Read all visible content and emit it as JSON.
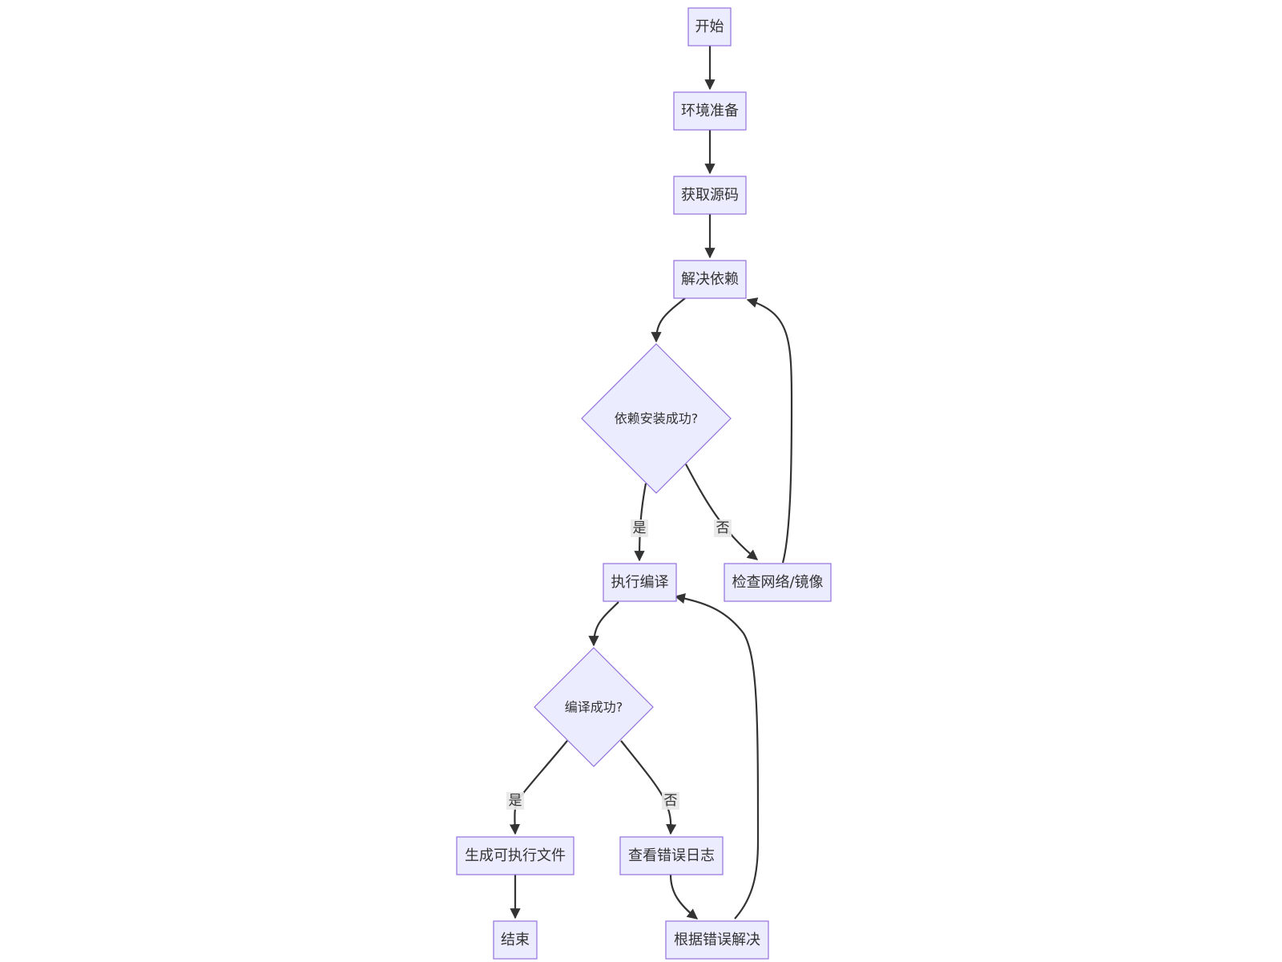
{
  "nodes": {
    "start": "开始",
    "env_prep": "环境准备",
    "get_source": "获取源码",
    "resolve_deps": "解决依赖",
    "deps_ok": "依赖安装成功?",
    "check_network": "检查网络/镜像",
    "compile": "执行编译",
    "compile_ok": "编译成功?",
    "build_exe": "生成可执行文件",
    "view_log": "查看错误日志",
    "end": "结束",
    "fix_error": "根据错误解决"
  },
  "edge_labels": {
    "deps_yes": "是",
    "deps_no": "否",
    "compile_yes": "是",
    "compile_no": "否"
  },
  "colors": {
    "node_fill": "#ececff",
    "node_stroke": "#9370db",
    "edge": "#333333",
    "label_bg": "#e8e8e8"
  }
}
